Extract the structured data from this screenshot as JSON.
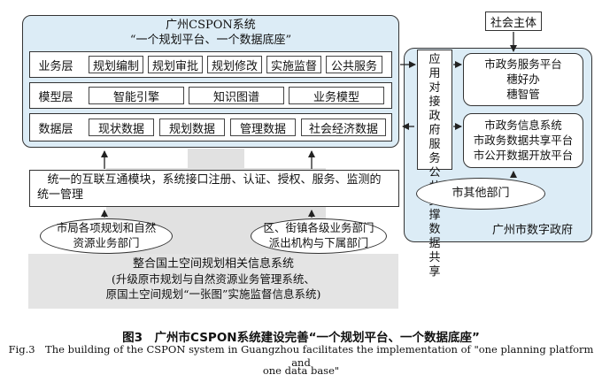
{
  "platform": {
    "title": "广州CSPON系统",
    "subtitle": "“一个规划平台、一个数据底座”"
  },
  "layers": [
    {
      "label": "业务层",
      "items": [
        "规划编制",
        "规划审批",
        "规划修改",
        "实施监督",
        "公共服务"
      ]
    },
    {
      "label": "模型层",
      "items": [
        "智能引擎",
        "知识图谱",
        "业务模型"
      ]
    },
    {
      "label": "数据层",
      "items": [
        "现状数据",
        "规划数据",
        "管理数据",
        "社会经济数据"
      ]
    }
  ],
  "app_interface": "应用对接政府服务公共支撑数据共享",
  "social_subject": "社会主体",
  "digital_gov": {
    "label": "广州市数字政府",
    "service_box": [
      "市政务服务平台",
      "穗好办",
      "穗智管"
    ],
    "info_box": [
      "市政务信息系统",
      "市政务数据共享平台",
      "市公开数据开放平台"
    ],
    "other_depts": "市其他部门"
  },
  "interconnect": [
    "统一的互联互通模块，系统接口注册、认证、授权、服务、监测的",
    "统一管理"
  ],
  "left_ellipse": [
    "市局各项规划和自然",
    "资源业务部门"
  ],
  "right_ellipse": [
    "区、街镇各级业务部门",
    "派出机构与下属部门"
  ],
  "base_system": [
    "整合国土空间规划相关信息系统",
    "(升级原市规划与自然资源业务管理系统、",
    "原国土空间规划“一张图”实施监督信息系统)"
  ],
  "caption": {
    "cn": "图3　广州市CSPON系统建设完善“一个规划平台、一个数据底座”",
    "en1": "Fig.3　The building of the CSPON system in Guangzhou facilitates the implementation of \"one planning platform and",
    "en2": "one data base\""
  }
}
